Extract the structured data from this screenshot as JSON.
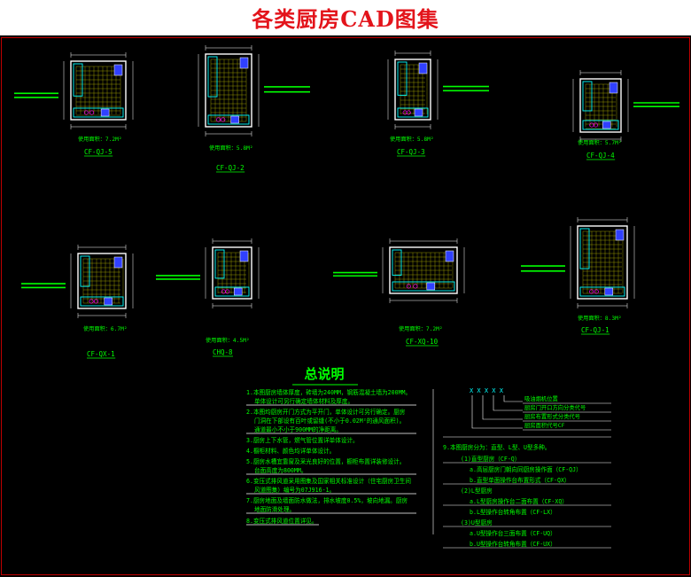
{
  "banner": {
    "title": "各类厨房CAD图集"
  },
  "colors": {
    "bg": "#000000",
    "frame": "#c00000",
    "cad_green": "#00ff00",
    "cad_white": "#ffffff",
    "cad_cyan": "#00ffff",
    "cad_yellow": "#ffff00",
    "cad_blue": "#3040ff",
    "cad_magenta": "#ff00ff",
    "title_red": "#e3141b"
  },
  "plans": [
    {
      "area": "使用面积：7.2M²",
      "code": "CF-QJ-5"
    },
    {
      "area": "使用面积：5.8M²",
      "code": "CF-QJ-2"
    },
    {
      "area": "使用面积：5.8M²",
      "code": "CF-QJ-3"
    },
    {
      "area": "使用面积：5.7M²",
      "code": "CF-QJ-4"
    },
    {
      "area": "使用面积：6.7M²",
      "code": "CF-QX-1"
    },
    {
      "area": "使用面积：4.5M²",
      "code": "CHQ-8"
    },
    {
      "area": "使用面积：7.2M²",
      "code": "CF-XQ-10"
    },
    {
      "area": "使用面积：8.3M²",
      "code": "CF-QJ-1"
    }
  ],
  "notes": {
    "heading": "总说明",
    "left": [
      "1.本图厨房墙体厚度，砖墙为240MM，钢筋混凝土墙为200MM。",
      "单体设计可另行确定墙体材料及厚度。",
      "2.本图均厨房开门方式为平开门，单体设计可另行确定。厨房",
      "门洞在下部设有百叶或留缝(不小于0.02M²的通风面积)。",
      "通道最小不小于900MM的净距离。",
      "3.厨房上下水管，燃气管位置详单体设计。",
      "4.橱柜材料、颜色均详单体设计。",
      "5.厨房水槽宜靠窗及采光良好的位置，橱柜布置详装修设计。",
      "台面高度为800MM。",
      "6.变压式排风道采用图集及国家相关标准设计（住宅厨房卫生间",
      "风道图集）编号为07J916-1。",
      "7.厨房地面及墙面防水做法，排水坡度0.5%，坡向地漏。厨房",
      "地面防滑处理。",
      "8.变压式排风道位置详见。"
    ],
    "legend": {
      "code_letters": "X X X X X",
      "items": [
        "吸油烟机位置",
        "厨房门开口方向分类代号",
        "厨房布置形式分类代号",
        "厨房面积代号CF"
      ]
    },
    "right": [
      "9.本图厨房分为：直型、L型、U型多种。",
      "(1)直型厨房（CF-Q）",
      "a.高层厨房门朝向同厨房操作面（CF-QJ）",
      "b.直型单面操作台布置形式（CF-QX）",
      "(2)L型厨房",
      "a.L型厨房操作台二面布置（CF-XQ）",
      "b.L型操作台转角布置（CF-LX）",
      "(3)U型厨房",
      "a.U型操作台三面布置（CF-UQ）",
      "b.U型操作台转角布置（CF-UX）"
    ]
  }
}
